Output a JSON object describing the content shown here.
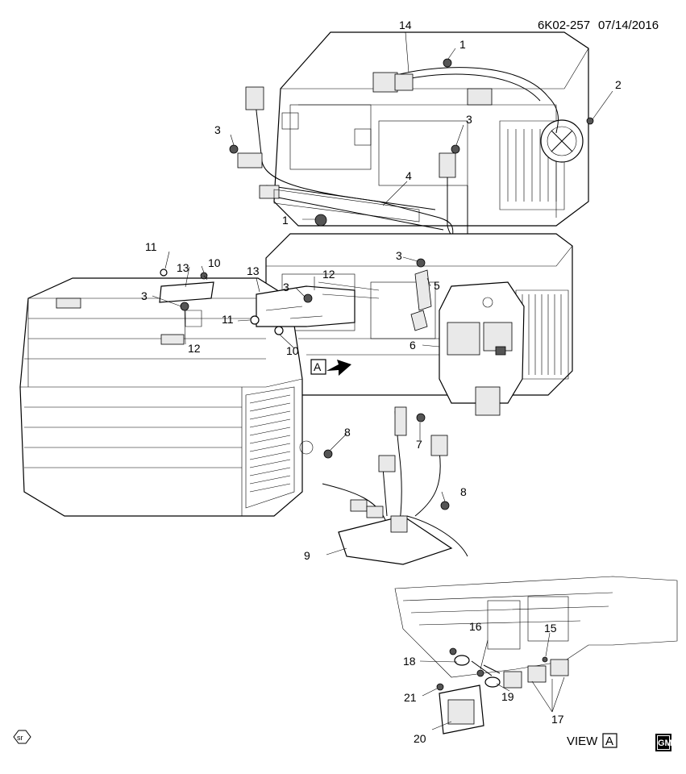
{
  "header": {
    "drawing_id": "6K02-257",
    "date": "07/14/2016"
  },
  "callouts": [
    {
      "num": "1"
    },
    {
      "num": "1"
    },
    {
      "num": "2"
    },
    {
      "num": "3"
    },
    {
      "num": "3"
    },
    {
      "num": "3"
    },
    {
      "num": "3"
    },
    {
      "num": "3"
    },
    {
      "num": "4"
    },
    {
      "num": "5"
    },
    {
      "num": "6"
    },
    {
      "num": "7"
    },
    {
      "num": "8"
    },
    {
      "num": "8"
    },
    {
      "num": "9"
    },
    {
      "num": "10"
    },
    {
      "num": "10"
    },
    {
      "num": "11"
    },
    {
      "num": "11"
    },
    {
      "num": "12"
    },
    {
      "num": "12"
    },
    {
      "num": "13"
    },
    {
      "num": "13"
    },
    {
      "num": "14"
    },
    {
      "num": "15"
    },
    {
      "num": "16"
    },
    {
      "num": "17"
    },
    {
      "num": "18"
    },
    {
      "num": "19"
    },
    {
      "num": "20"
    },
    {
      "num": "21"
    }
  ],
  "view_marker": {
    "letter": "A"
  },
  "view_caption": {
    "prefix": "VIEW",
    "letter": "A"
  },
  "sr_symbol": "sr",
  "logo": {
    "text": "GM"
  }
}
